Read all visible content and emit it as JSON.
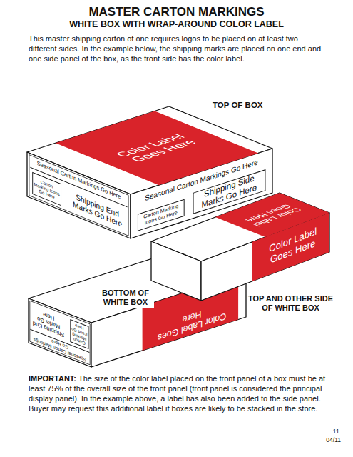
{
  "diagram": {
    "title": "MASTER CARTON MARKINGS",
    "labels": [
      "WHITE BOX WITH WRAP-AROUND COLOR LABEL",
      "This master shipping carton of one requires logos to be placed on at least two different sides. In the example below, the shipping marks are placed on one end and one side panel of the box, as the front side has the color label.",
      "TOP OF BOX",
      "Color Label Goes Here",
      "Seasonal Carton Markings Go Here",
      "Carton Marking Icons Go Here",
      "Shipping End Marks Go Here",
      "Seasonal Carton Markings Go Here",
      "Carton Marking Icons Go Here",
      "Shipping Side Marks Go Here",
      "Color Label Goes Here",
      "Color Label Goes Here",
      "BOTTOM OF WHITE BOX",
      "Seasonal Carton Markings Go Here",
      "Shipping End Marks Go Here",
      "Carton Marking Icons Go Here",
      "Color Label Goes Here",
      "TOP AND OTHER SIDE OF WHITE BOX",
      "IMPORTANT:",
      "The size of the color label placed on the front panel of a box must be at least 75% of the overall size of the front panel (front panel is considered the principal display panel). In the example above, a label has also been added to the side panel. Buyer may request this additional label if boxes are likely to be stacked in the store.",
      "11.",
      "04/11"
    ]
  }
}
